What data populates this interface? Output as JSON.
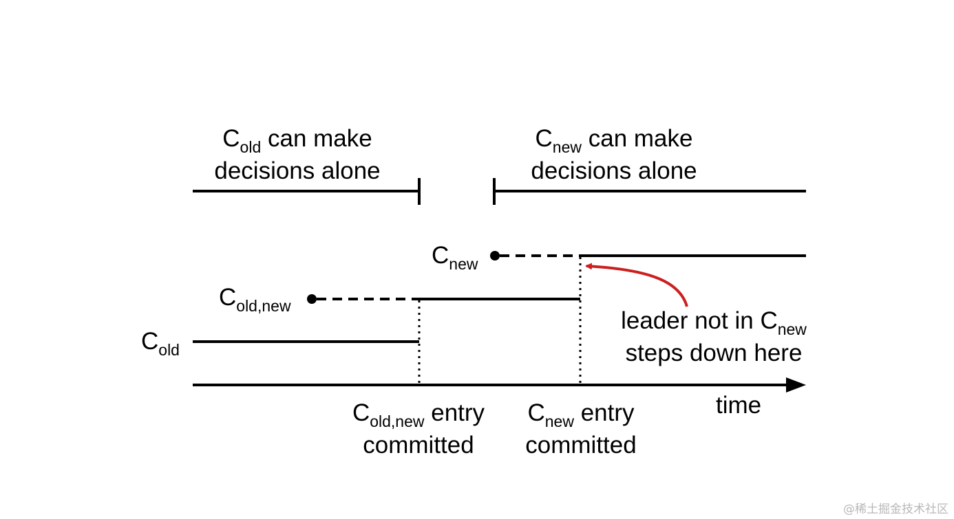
{
  "labels": {
    "cold_alone": {
      "line1_base": "C",
      "line1_sub": "old",
      "line1_rest": " can make",
      "line2": "decisions alone"
    },
    "cnew_alone": {
      "line1_base": "C",
      "line1_sub": "new",
      "line1_rest": " can make",
      "line2": "decisions alone"
    },
    "cnew_row": {
      "base": "C",
      "sub": "new"
    },
    "coldnew_row": {
      "base": "C",
      "sub": "old,new"
    },
    "cold_row": {
      "base": "C",
      "sub": "old"
    },
    "annotation": {
      "line1_text": "leader not in C",
      "line1_sub": "new",
      "line2": "steps down here"
    },
    "time_axis": "time",
    "coldnew_committed": {
      "line1_base": "C",
      "line1_sub": "old,new",
      "line1_rest": " entry",
      "line2": "committed"
    },
    "cnew_committed": {
      "line1_base": "C",
      "line1_sub": "new",
      "line1_rest": " entry",
      "line2": "committed"
    }
  },
  "watermark": "@稀土掘金技术社区",
  "colors": {
    "line": "#000000",
    "arrow": "#cc1f1f",
    "watermark": "#b8b8b8"
  }
}
